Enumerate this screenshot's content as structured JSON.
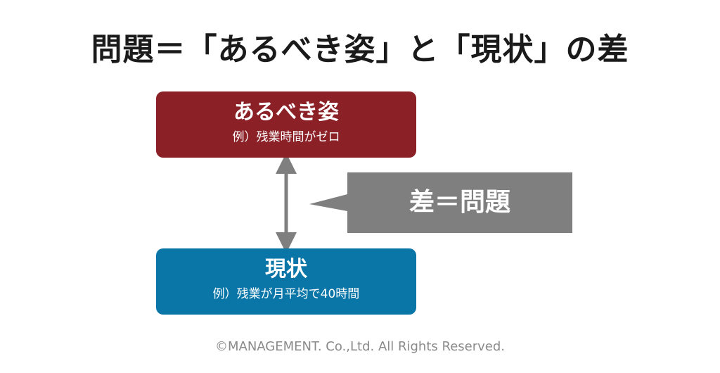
{
  "title": "問題＝「あるべき姿」と「現状」の差",
  "ideal": {
    "heading": "あるべき姿",
    "example": "例）残業時間がゼロ"
  },
  "current": {
    "heading": "現状",
    "example": "例）残業が月平均で40時間"
  },
  "callout": {
    "text": "差＝問題"
  },
  "footer": "©MANAGEMENT. Co.,Ltd. All Rights Reserved.",
  "colors": {
    "ideal_box": "#8b2027",
    "current_box": "#0a76a8",
    "callout": "#7f7f7f",
    "arrow": "#7f7f7f"
  },
  "icons": {
    "connector": "double-headed-arrow-icon"
  }
}
